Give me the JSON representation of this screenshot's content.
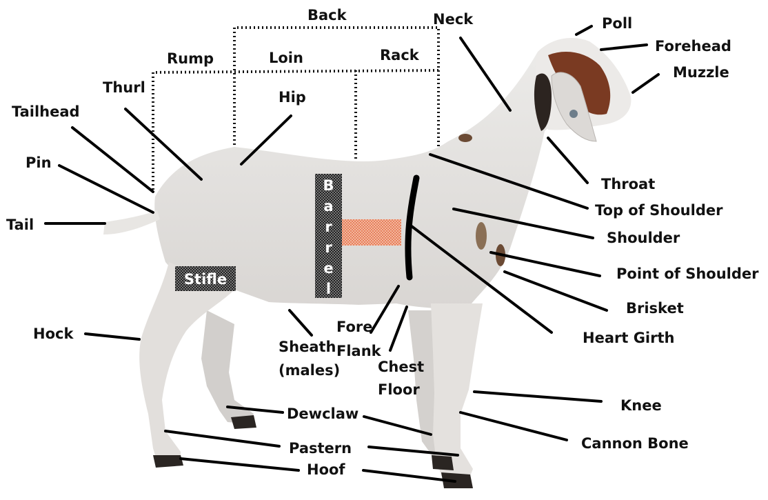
{
  "labels": {
    "back": "Back",
    "neck": "Neck",
    "poll": "Poll",
    "forehead": "Forehead",
    "muzzle": "Muzzle",
    "rump": "Rump",
    "loin": "Loin",
    "rack": "Rack",
    "thurl": "Thurl",
    "hip": "Hip",
    "tailhead": "Tailhead",
    "pin": "Pin",
    "tail": "Tail",
    "throat": "Throat",
    "top_of_shoulder": "Top of Shoulder",
    "shoulder": "Shoulder",
    "point_of_shoulder": "Point of Shoulder",
    "brisket": "Brisket",
    "heart_girth": "Heart Girth",
    "stifle": "Stifle",
    "hock": "Hock",
    "fore_flank_line1": "Fore",
    "fore_flank_line2": "Flank",
    "sheath_line1": "Sheath",
    "sheath_line2": "(males)",
    "chest_floor_line1": "Chest",
    "chest_floor_line2": "Floor",
    "knee": "Knee",
    "cannon_bone": "Cannon Bone",
    "dewclaw": "Dewclaw",
    "pastern": "Pastern",
    "hoof": "Hoof",
    "barrel_letters": [
      "B",
      "a",
      "r",
      "r",
      "e",
      "l"
    ]
  },
  "colors": {
    "goat_body": "#e6e4e2",
    "goat_head_patch": "#7a3a22",
    "flank_highlight": "#e8805c",
    "label_text": "#111111"
  }
}
